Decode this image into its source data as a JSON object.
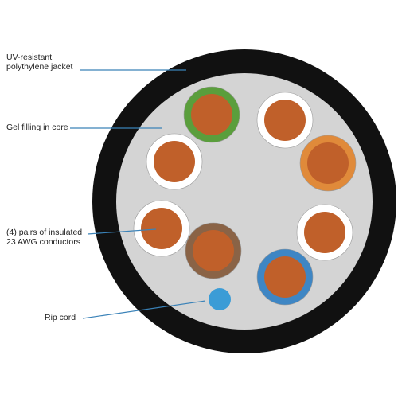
{
  "labels": {
    "jacket": {
      "line1": "UV-resistant",
      "line2": "polythylene jacket"
    },
    "gel": "Gel filling in core",
    "conductors": {
      "line1": "(4) pairs of insulated",
      "line2": "23 AWG conductors"
    },
    "ripcord": "Rip cord"
  },
  "colors": {
    "jacket": "#111111",
    "core": "#d4d4d4",
    "copper": "#c0602a",
    "leader_line": "#3a82b8",
    "ripcord": "#3b9cd6"
  },
  "conductors": [
    {
      "insulation": "green",
      "color": "#5a9e3c"
    },
    {
      "insulation": "white",
      "color": "#ffffff"
    },
    {
      "insulation": "orange",
      "color": "#e08a3a"
    },
    {
      "insulation": "white",
      "color": "#ffffff"
    },
    {
      "insulation": "blue",
      "color": "#3e86c4"
    },
    {
      "insulation": "brown",
      "color": "#8a6346"
    },
    {
      "insulation": "white",
      "color": "#ffffff"
    },
    {
      "insulation": "white",
      "color": "#ffffff"
    }
  ]
}
